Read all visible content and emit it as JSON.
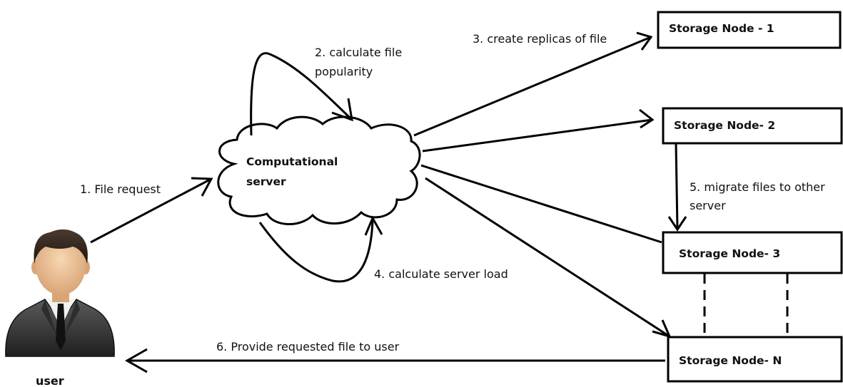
{
  "user": {
    "label": "user"
  },
  "server": {
    "line1": "Computational",
    "line2": "server"
  },
  "nodes": [
    {
      "label": "Storage Node - 1"
    },
    {
      "label": "Storage Node- 2"
    },
    {
      "label": "Storage Node- 3"
    },
    {
      "label": "Storage Node- N"
    }
  ],
  "steps": {
    "file_request": "1. File request",
    "popularity_line1": "2. calculate file",
    "popularity_line2": "popularity",
    "replicas": "3. create replicas of file",
    "server_load": "4. calculate server load",
    "migrate_line1": "5. migrate files to other",
    "migrate_line2": "server",
    "provide": "6. Provide requested file to user"
  }
}
